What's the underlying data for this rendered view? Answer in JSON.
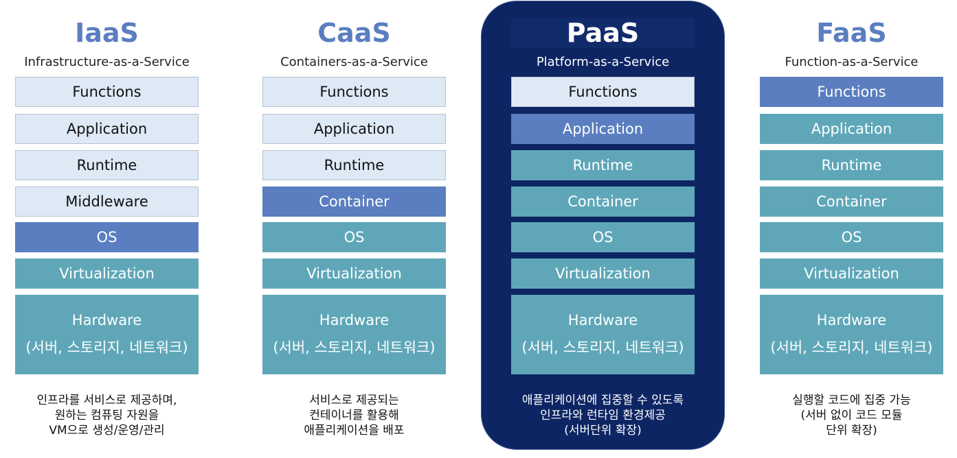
{
  "columns": [
    {
      "title": "IaaS",
      "subtitle": "Infrastructure-as-a-Service",
      "layers": [
        {
          "label": "Functions",
          "style": "light"
        },
        {
          "label": "Application",
          "style": "light"
        },
        {
          "label": "Runtime",
          "style": "light"
        },
        {
          "label": "Middleware",
          "style": "light"
        },
        {
          "label": "OS",
          "style": "blue"
        },
        {
          "label": "Virtualization",
          "style": "teal"
        }
      ],
      "hardware": {
        "label": "Hardware",
        "detail": "(서버, 스토리지, 네트워크)"
      },
      "description": [
        "인프라를 서비스로 제공하며,",
        "원하는 컴퓨팅 자원을",
        "VM으로 생성/운영/관리"
      ]
    },
    {
      "title": "CaaS",
      "subtitle": "Containers-as-a-Service",
      "layers": [
        {
          "label": "Functions",
          "style": "light"
        },
        {
          "label": "Application",
          "style": "light"
        },
        {
          "label": "Runtime",
          "style": "light"
        },
        {
          "label": "Container",
          "style": "blue"
        },
        {
          "label": "OS",
          "style": "teal"
        },
        {
          "label": "Virtualization",
          "style": "teal"
        }
      ],
      "hardware": {
        "label": "Hardware",
        "detail": "(서버, 스토리지, 네트워크)"
      },
      "description": [
        "서비스로 제공되는",
        "컨테이너를 활용해",
        "애플리케이션을 배포"
      ]
    },
    {
      "title": "PaaS",
      "subtitle": "Platform-as-a-Service",
      "layers": [
        {
          "label": "Functions",
          "style": "light"
        },
        {
          "label": "Application",
          "style": "blue"
        },
        {
          "label": "Runtime",
          "style": "teal"
        },
        {
          "label": "Container",
          "style": "teal"
        },
        {
          "label": "OS",
          "style": "teal"
        },
        {
          "label": "Virtualization",
          "style": "teal"
        }
      ],
      "hardware": {
        "label": "Hardware",
        "detail": "(서버, 스토리지, 네트워크)"
      },
      "description": [
        "애플리케이션에 집중할 수 있도록",
        "인프라와 런타임 환경제공",
        "(서버단위 확장)"
      ]
    },
    {
      "title": "FaaS",
      "subtitle": "Function-as-a-Service",
      "layers": [
        {
          "label": "Functions",
          "style": "blue"
        },
        {
          "label": "Application",
          "style": "teal"
        },
        {
          "label": "Runtime",
          "style": "teal"
        },
        {
          "label": "Container",
          "style": "teal"
        },
        {
          "label": "OS",
          "style": "teal"
        },
        {
          "label": "Virtualization",
          "style": "teal"
        }
      ],
      "hardware": {
        "label": "Hardware",
        "detail": "(서버, 스토리지, 네트워크)"
      },
      "description": [
        "실행할 코드에 집중 가능",
        "(서버 없이 코드 모듈",
        "단위 확장)"
      ]
    }
  ],
  "colors": {
    "light": "#dde9f5",
    "blue": "#5a7ec0",
    "teal": "#5fa7b8",
    "highlight": "#0d2563"
  }
}
